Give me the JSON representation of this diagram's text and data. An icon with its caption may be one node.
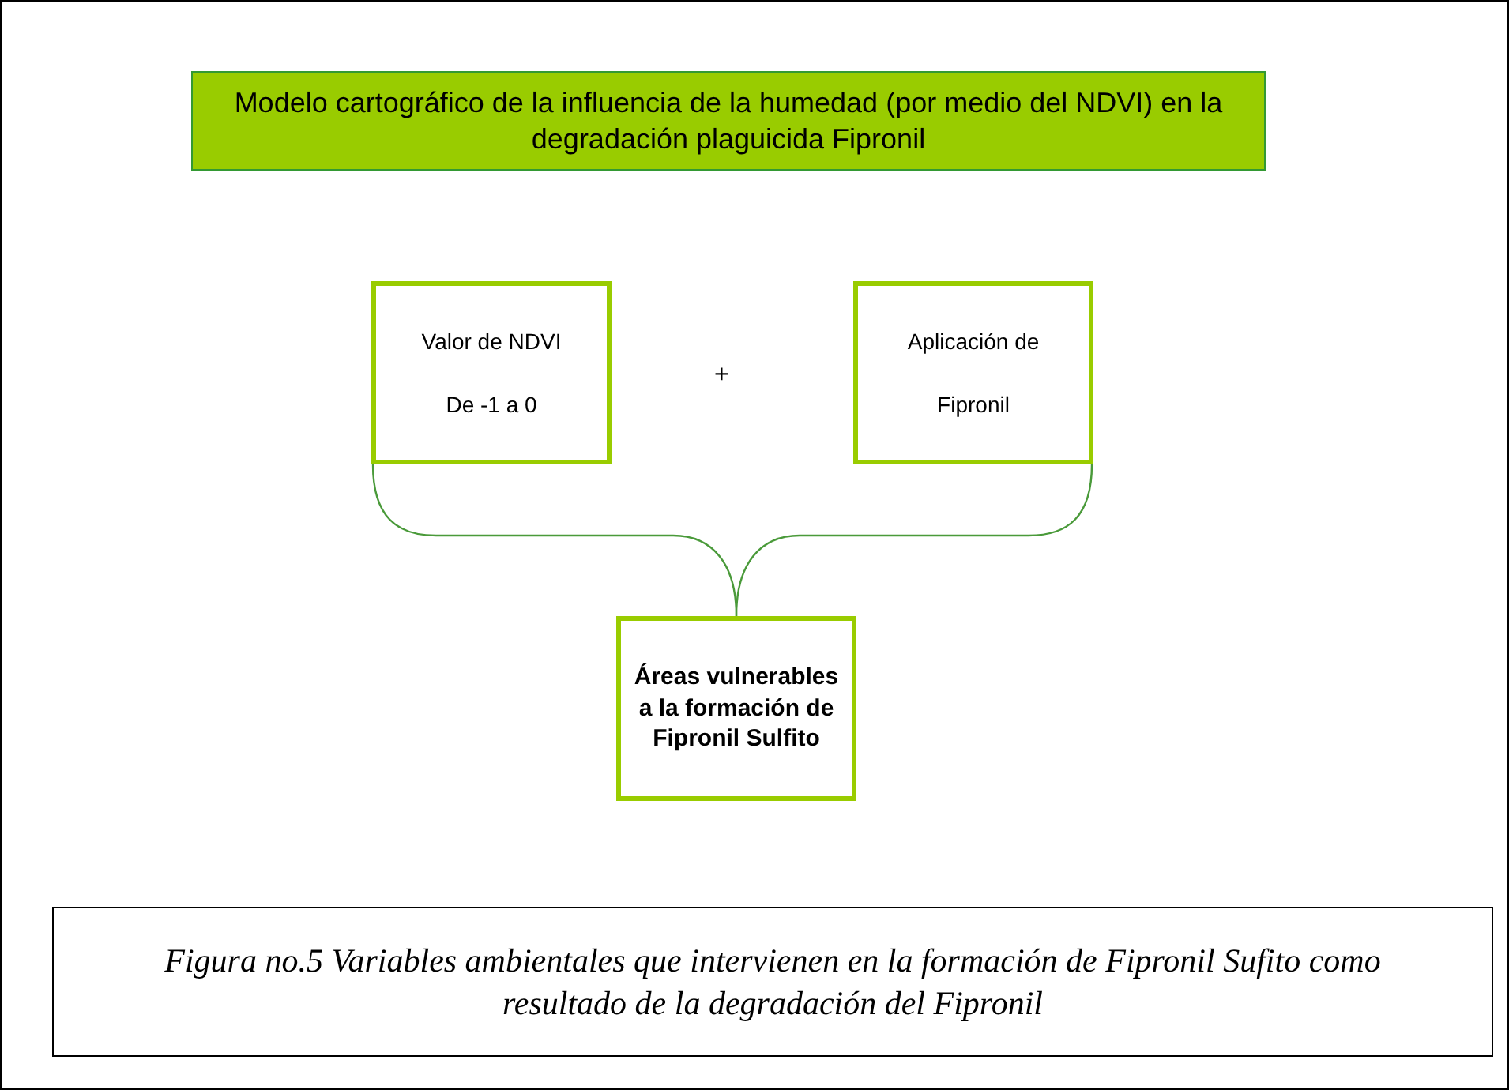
{
  "diagram": {
    "caption": "Figura no.5 Variables ambientales que intervienen en la formación de Fipronil Sufito como resultado de la degradación del Fipronil",
    "nodes": [
      {
        "text": [
          "Modelo cartográfico de la influencia de la humedad (por medio del NDVI) en la degradación plaguicida Fipronil"
        ]
      },
      {
        "text": [
          "Valor de NDVI",
          "De -1 a 0"
        ]
      },
      {
        "text": [
          "Aplicación de Fipronil"
        ]
      },
      {
        "text": [
          "Áreas vulnerables a la formación de Fipronil Sulfito"
        ]
      }
    ],
    "edges": [
      {
        "from": 1,
        "to": 3,
        "arrow": "none"
      },
      {
        "from": 2,
        "to": 3,
        "arrow": "none"
      }
    ],
    "labels": [
      "+"
    ]
  }
}
